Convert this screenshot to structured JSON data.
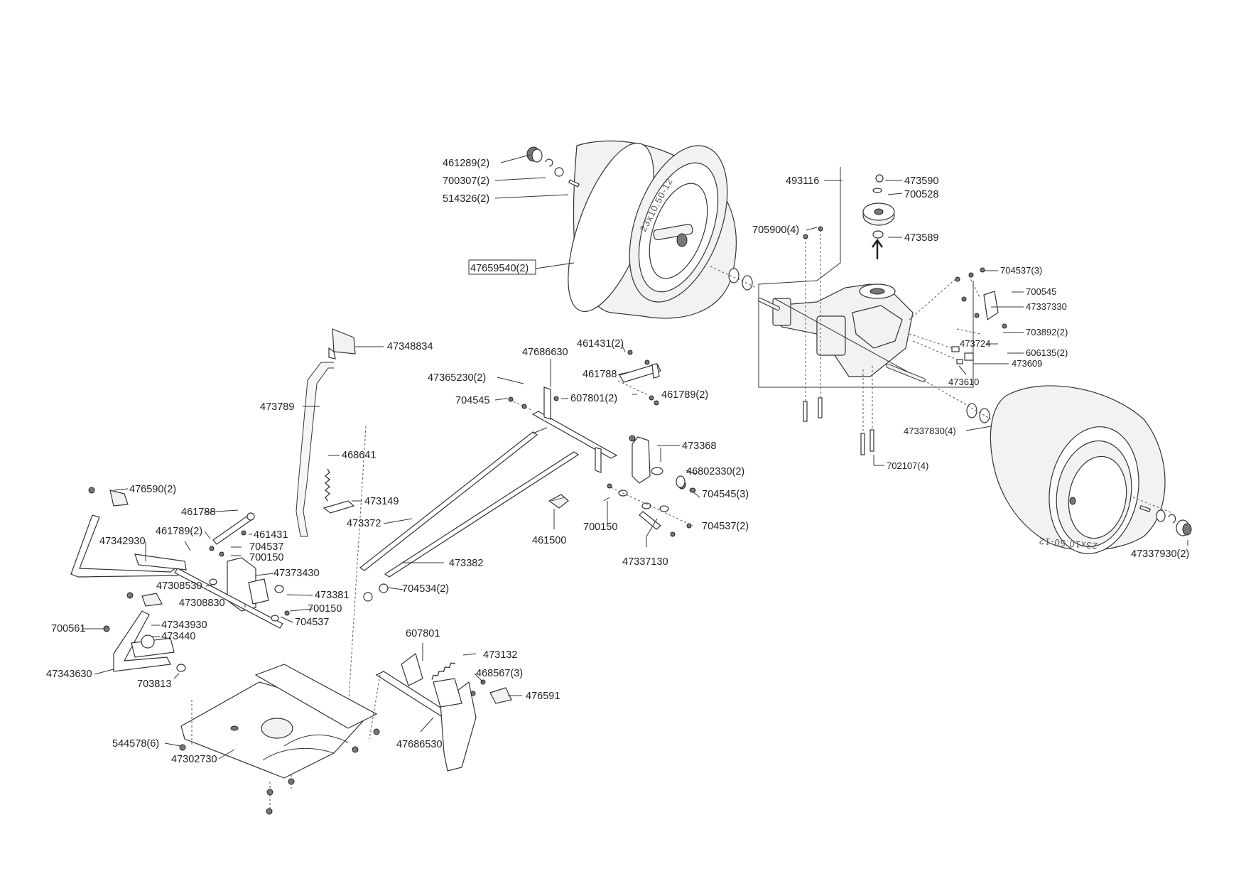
{
  "diagram": {
    "tire_text_front": "23x10.50-12",
    "tire_text_rear": "23x10.50-12",
    "labels": {
      "p461289_2": "461289(2)",
      "p700307_2": "700307(2)",
      "p514326_2": "514326(2)",
      "p47659540_2": "47659540(2)",
      "p493116": "493116",
      "p473590": "473590",
      "p700528": "700528",
      "p705900_4": "705900(4)",
      "p473589": "473589",
      "p704537_3": "704537(3)",
      "p700545_r": "700545",
      "p47337330": "47337330",
      "p703892_2": "703892(2)",
      "p473724": "473724",
      "p606135_2": "606135(2)",
      "p473609": "473609",
      "p473610": "473610",
      "p47337830_4": "47337830(4)",
      "p702107_4": "702107(4)",
      "p47337930_2": "47337930(2)",
      "p47348834": "47348834",
      "p473789": "473789",
      "p468641": "468641",
      "p473149": "473149",
      "p473372": "473372",
      "p461431_2": "461431(2)",
      "p47686630": "47686630",
      "p461788_t": "461788",
      "p47365230_2": "47365230(2)",
      "p704545": "704545",
      "p607801_2": "607801(2)",
      "p461789_2t": "461789(2)",
      "p473368": "473368",
      "p46802330_2": "46802330(2)",
      "p704545_3": "704545(3)",
      "p704537_2": "704537(2)",
      "p700150_m": "700150",
      "p47337130": "47337130",
      "p461500": "461500",
      "p473382": "473382",
      "p704534_2": "704534(2)",
      "p476590_2": "476590(2)",
      "p461788_l": "461788",
      "p461789_2l": "461789(2)",
      "p461431": "461431",
      "p704537_a": "704537",
      "p700150_a": "700150",
      "p47342930": "47342930",
      "p47373430": "47373430",
      "p47308530": "47308530",
      "p473381": "473381",
      "p47308830": "47308830",
      "p700150_b": "700150",
      "p704537_b": "704537",
      "p700561": "700561",
      "p47343930": "47343930",
      "p473440": "473440",
      "p47343630": "47343630",
      "p703813": "703813",
      "p607801": "607801",
      "p473132": "473132",
      "p468567_3": "468567(3)",
      "p476591": "476591",
      "p544578_6": "544578(6)",
      "p47302730": "47302730",
      "p47686530": "47686530"
    }
  }
}
